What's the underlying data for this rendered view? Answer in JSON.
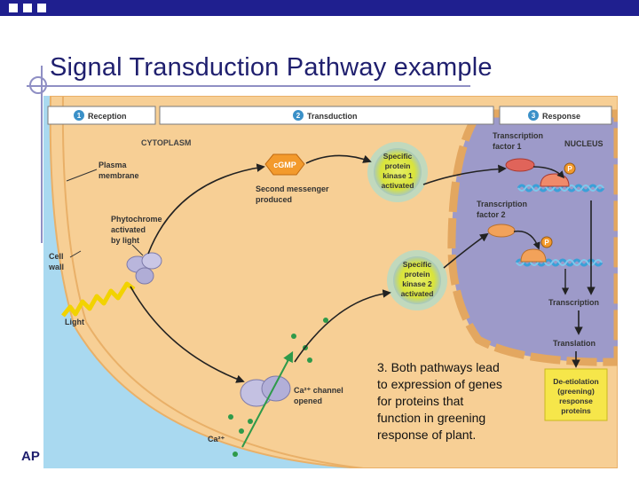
{
  "slide": {
    "title": "Signal Transduction Pathway example",
    "footer": "AP",
    "caption_lines": [
      "3. Both pathways lead",
      "to expression of genes",
      "for proteins that",
      "function in greening",
      "response of plant."
    ]
  },
  "stages": [
    {
      "num": "1",
      "label": "Reception"
    },
    {
      "num": "2",
      "label": "Transduction"
    },
    {
      "num": "3",
      "label": "Response"
    }
  ],
  "labels": {
    "cytoplasm": "CYTOPLASM",
    "nucleus": "NUCLEUS",
    "plasma_membrane": [
      "Plasma",
      "membrane"
    ],
    "cell_wall": [
      "Cell",
      "wall"
    ],
    "phytochrome": [
      "Phytochrome",
      "activated",
      "by light"
    ],
    "light": "Light",
    "cgmp": "cGMP",
    "second_messenger": [
      "Second messenger",
      "produced"
    ],
    "kinase1": [
      "Specific",
      "protein",
      "kinase 1",
      "activated"
    ],
    "kinase2": [
      "Specific",
      "protein",
      "kinase 2",
      "activated"
    ],
    "tf1": [
      "Transcription",
      "factor 1"
    ],
    "tf2": [
      "Transcription",
      "factor 2"
    ],
    "phosphate": "P",
    "transcription": "Transcription",
    "translation": "Translation",
    "response_box": [
      "De-etiolation",
      "(greening)",
      "response",
      "proteins"
    ],
    "ca_channel": [
      "Ca²⁺ channel",
      "opened"
    ],
    "ca_ion": "Ca²⁺"
  },
  "colors": {
    "slide_bar": "#1f1f8f",
    "title_text": "#1f1f6e",
    "cytoplasm": "#f7cf95",
    "nucleus": "#9d9ac9",
    "cell_wall": "#a9d9f0",
    "kinase": "#d9e43a",
    "cgmp": "#f39a2c",
    "response_box": "#f6e64a",
    "stage_number": "#3a90c8",
    "ion": "#2e9a4a"
  }
}
